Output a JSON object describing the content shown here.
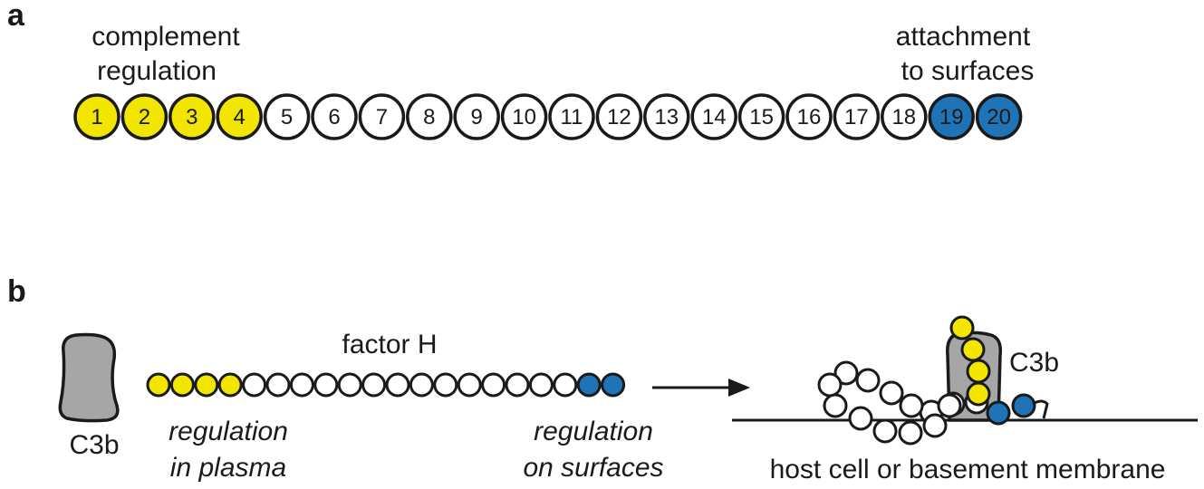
{
  "panel_a": {
    "label": "a",
    "left_caption": [
      "complement",
      "regulation"
    ],
    "right_caption": [
      "attachment",
      "to surfaces"
    ],
    "domains": [
      {
        "n": "1",
        "role": "regulation"
      },
      {
        "n": "2",
        "role": "regulation"
      },
      {
        "n": "3",
        "role": "regulation"
      },
      {
        "n": "4",
        "role": "regulation"
      },
      {
        "n": "5",
        "role": "none"
      },
      {
        "n": "6",
        "role": "none"
      },
      {
        "n": "7",
        "role": "none"
      },
      {
        "n": "8",
        "role": "none"
      },
      {
        "n": "9",
        "role": "none"
      },
      {
        "n": "10",
        "role": "none"
      },
      {
        "n": "11",
        "role": "none"
      },
      {
        "n": "12",
        "role": "none"
      },
      {
        "n": "13",
        "role": "none"
      },
      {
        "n": "14",
        "role": "none"
      },
      {
        "n": "15",
        "role": "none"
      },
      {
        "n": "16",
        "role": "none"
      },
      {
        "n": "17",
        "role": "none"
      },
      {
        "n": "18",
        "role": "none"
      },
      {
        "n": "19",
        "role": "attachment"
      },
      {
        "n": "20",
        "role": "attachment"
      }
    ]
  },
  "panel_b": {
    "label": "b",
    "c3b_left": "C3b",
    "factor_h": "factor H",
    "caption_left": [
      "regulation",
      "in plasma"
    ],
    "caption_right": [
      "regulation",
      "on surfaces"
    ],
    "c3b_right": "C3b",
    "membrane": "host cell or basement membrane"
  },
  "colors": {
    "regulation": "#f2e600",
    "attachment": "#1f73b7",
    "plain": "#ffffff",
    "c3b": "#a6a6a6",
    "outline": "#1a1a1a"
  }
}
